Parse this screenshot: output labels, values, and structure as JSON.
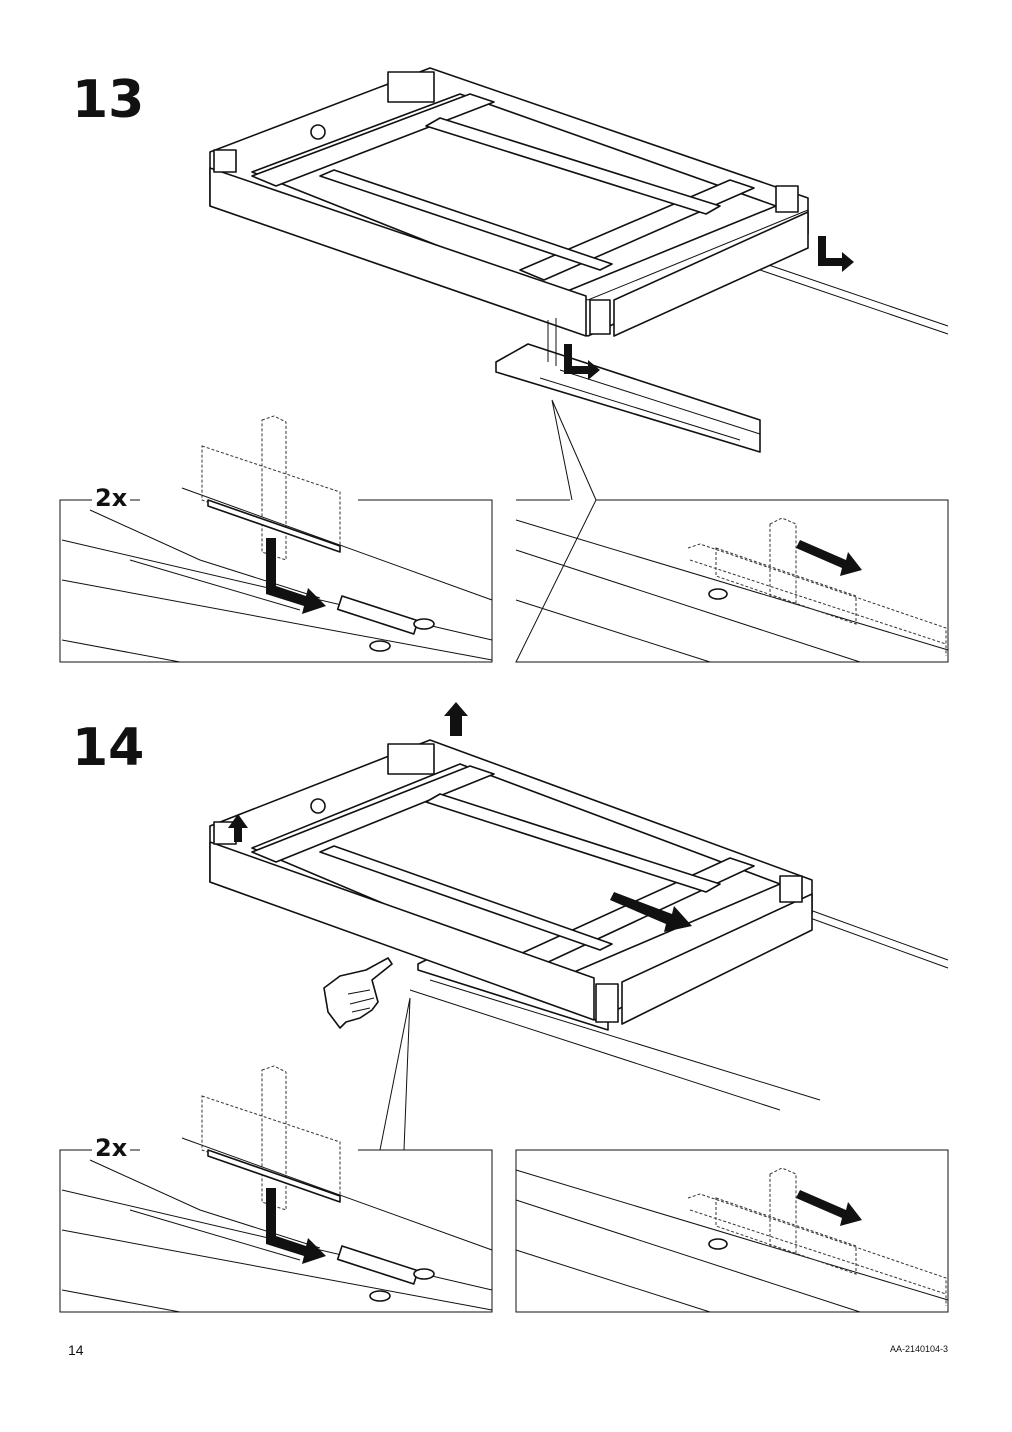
{
  "steps": [
    {
      "number": "13",
      "detail_quantity": "2x"
    },
    {
      "number": "14",
      "detail_quantity": "2x"
    }
  ],
  "footer": {
    "page_number": "14",
    "document_code": "AA-2140104-3"
  },
  "icons": {
    "pointing_hand": "pointing-hand-icon",
    "direction_arrow": "direction-arrow-icon"
  },
  "colors": {
    "line": "#111111",
    "background": "#ffffff"
  }
}
